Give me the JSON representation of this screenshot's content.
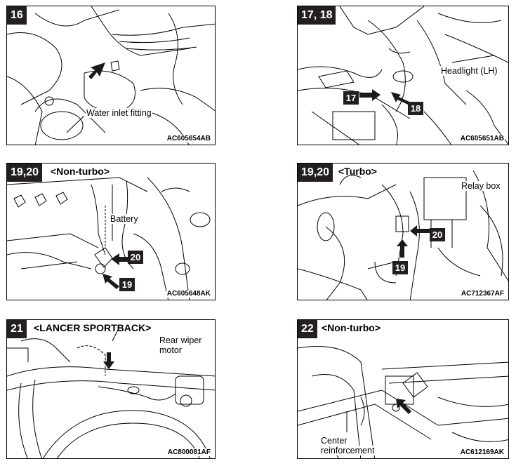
{
  "panels": [
    {
      "step": "16",
      "code": "AC605654AB",
      "labels": [
        "Water inlet fitting"
      ]
    },
    {
      "step": "17, 18",
      "code": "AC605651AB",
      "labels": [
        "Headlight (LH)"
      ],
      "callouts": [
        "17",
        "18"
      ]
    },
    {
      "step": "19,20",
      "variant": "<Non-turbo>",
      "code": "AC605648AK",
      "labels": [
        "Battery"
      ],
      "callouts": [
        "20",
        "19"
      ]
    },
    {
      "step": "19,20",
      "variant": "<Turbo>",
      "code": "AC712367AF",
      "labels": [
        "Relay box"
      ],
      "callouts": [
        "20",
        "19"
      ]
    },
    {
      "step": "21",
      "variant": "<LANCER SPORTBACK>",
      "code": "AC800081AF",
      "labels": [
        "Rear wiper",
        "motor"
      ]
    },
    {
      "step": "22",
      "variant": "<Non-turbo>",
      "code": "AC612169AK",
      "labels": [
        "Center",
        "reinforcement"
      ]
    }
  ],
  "colors": {
    "ink": "#000000",
    "tag_fill": "#231f20",
    "arrow": "#1a1a1a"
  }
}
